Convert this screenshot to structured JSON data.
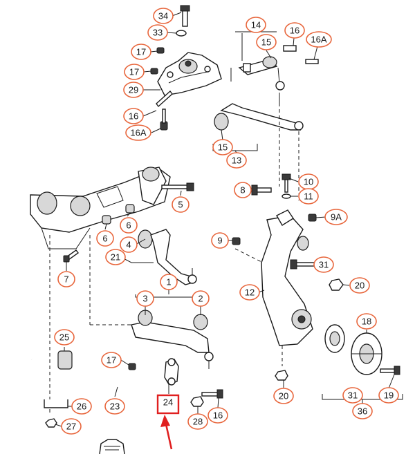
{
  "callouts": [
    {
      "id": "c34",
      "text": "34"
    },
    {
      "id": "c33",
      "text": "33"
    },
    {
      "id": "c17a",
      "text": "17"
    },
    {
      "id": "c17b",
      "text": "17"
    },
    {
      "id": "c29",
      "text": "29"
    },
    {
      "id": "c16a",
      "text": "16"
    },
    {
      "id": "c16A_a",
      "text": "16A"
    },
    {
      "id": "c14",
      "text": "14"
    },
    {
      "id": "c15a",
      "text": "15"
    },
    {
      "id": "c16b",
      "text": "16"
    },
    {
      "id": "c16A_b",
      "text": "16A"
    },
    {
      "id": "c15b",
      "text": "15"
    },
    {
      "id": "c13",
      "text": "13"
    },
    {
      "id": "c10",
      "text": "10"
    },
    {
      "id": "c8",
      "text": "8"
    },
    {
      "id": "c11",
      "text": "11"
    },
    {
      "id": "c9A",
      "text": "9A"
    },
    {
      "id": "c5",
      "text": "5"
    },
    {
      "id": "c6a",
      "text": "6"
    },
    {
      "id": "c6b",
      "text": "6"
    },
    {
      "id": "c4",
      "text": "4"
    },
    {
      "id": "c21",
      "text": "21"
    },
    {
      "id": "c7",
      "text": "7"
    },
    {
      "id": "c9",
      "text": "9"
    },
    {
      "id": "c31a",
      "text": "31"
    },
    {
      "id": "c1",
      "text": "1"
    },
    {
      "id": "c12",
      "text": "12"
    },
    {
      "id": "c20a",
      "text": "20"
    },
    {
      "id": "c3",
      "text": "3"
    },
    {
      "id": "c2",
      "text": "2"
    },
    {
      "id": "c18",
      "text": "18"
    },
    {
      "id": "c25",
      "text": "25"
    },
    {
      "id": "c17c",
      "text": "17"
    },
    {
      "id": "c26",
      "text": "26"
    },
    {
      "id": "c23",
      "text": "23"
    },
    {
      "id": "c27",
      "text": "27"
    },
    {
      "id": "c24",
      "text": "24"
    },
    {
      "id": "c28",
      "text": "28"
    },
    {
      "id": "c16c",
      "text": "16"
    },
    {
      "id": "c20b",
      "text": "20"
    },
    {
      "id": "c31b",
      "text": "31"
    },
    {
      "id": "c19",
      "text": "19"
    },
    {
      "id": "c36",
      "text": "36"
    }
  ],
  "highlight": {
    "part": "24",
    "color": "#e02020"
  },
  "colors": {
    "callout_outline": "#e8663c",
    "line": "#1a1a1a",
    "highlight": "#e02020"
  }
}
